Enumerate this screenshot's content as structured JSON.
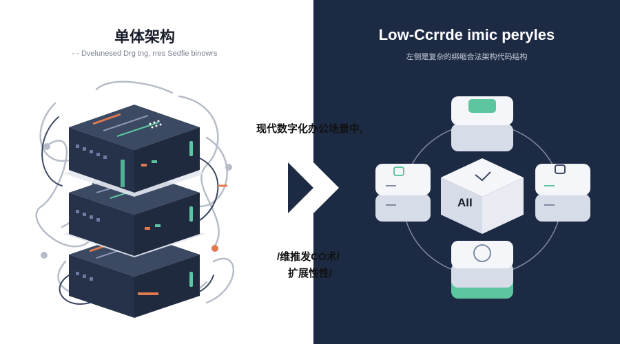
{
  "left": {
    "title": "单体架构",
    "subtitle": "- - Dvelunesed Drg tng, rres Sedfie binowrs"
  },
  "right": {
    "title": "Low-Ccrrde  imic  peryles",
    "subtitle": "左侧是复杂的绑缩合法架构代码结构"
  },
  "middle": {
    "line1": "现代数字化办公场景中,",
    "line2": "/维推发CO术/",
    "line3": "扩展性性/"
  },
  "center_block_label": "AII",
  "colors": {
    "dark_panel": "#1d2a44",
    "server_dark": "#2e3b55",
    "accent_green": "#5cc6a0",
    "accent_orange": "#e07a4f",
    "block_white": "#f4f6f9"
  },
  "icons": [
    "server-stack-icon",
    "forward-arrow-icon",
    "modular-blocks-icon"
  ]
}
